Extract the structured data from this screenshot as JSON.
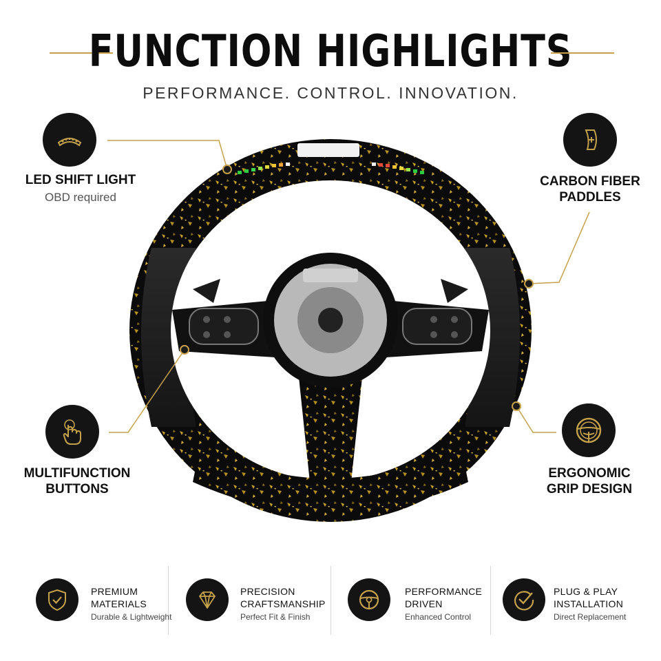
{
  "header": {
    "title": "FUNCTION HIGHLIGHTS",
    "subtitle": "PERFORMANCE. CONTROL. INNOVATION."
  },
  "colors": {
    "accent_gold": "#c5a14a",
    "icon_circle": "#141414",
    "text_dark": "#111111"
  },
  "features": {
    "led": {
      "label": "LED SHIFT LIGHT",
      "sub": "OBD required",
      "icon": "led-bar-icon"
    },
    "paddles": {
      "label": "CARBON FIBER\nPADDLES",
      "icon": "paddle-shifter-icon"
    },
    "buttons": {
      "label": "MULTIFUNCTION\nBUTTONS",
      "icon": "hand-pointer-icon"
    },
    "grip": {
      "label": "ERGONOMIC\nGRIP DESIGN",
      "icon": "steering-wheel-icon"
    }
  },
  "bottom": [
    {
      "title": "PREMIUM\nMATERIALS",
      "sub": "Durable & Lightweight",
      "icon": "shield-check-icon"
    },
    {
      "title": "PRECISION\nCRAFTSMANSHIP",
      "sub": "Perfect Fit & Finish",
      "icon": "diamond-icon"
    },
    {
      "title": "PERFORMANCE\nDRIVEN",
      "sub": "Enhanced Control",
      "icon": "steering-wheel-icon"
    },
    {
      "title": "PLUG & PLAY\nINSTALLATION",
      "sub": "Direct Replacement",
      "icon": "check-circle-icon"
    }
  ]
}
